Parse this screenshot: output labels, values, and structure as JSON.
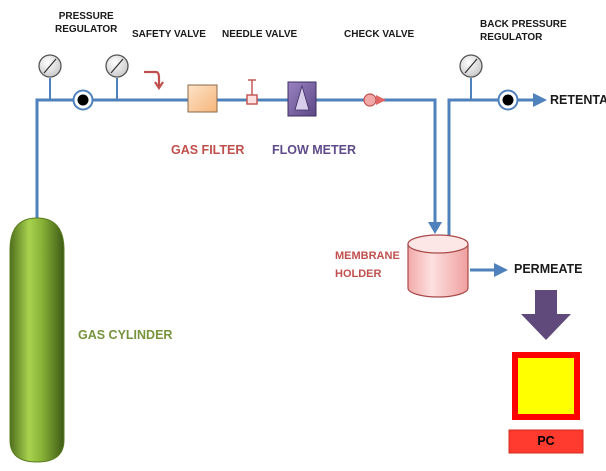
{
  "labels": {
    "pressure_regulator_line1": "PRESSURE",
    "pressure_regulator_line2": "REGULATOR",
    "safety_valve": "SAFETY VALVE",
    "needle_valve": "NEEDLE VALVE",
    "check_valve": "CHECK VALVE",
    "back_pressure_line1": "BACK PRESSURE",
    "back_pressure_line2": "REGULATOR",
    "retentate": "RETENTATE",
    "gas_filter": "GAS FILTER",
    "flow_meter": "FLOW METER",
    "membrane_line1": "MEMBRANE",
    "membrane_line2": "HOLDER",
    "permeate": "PERMEATE",
    "gas_cylinder": "GAS CYLINDER",
    "pc": "PC"
  },
  "colors": {
    "pipe": "#4f81bd",
    "gas_filter_text": "#c0504d",
    "flow_meter_text": "#5f4b8b",
    "membrane_text": "#c0504d",
    "gas_cylinder_text": "#77933c",
    "cylinder": "#8ab83a",
    "filter_box": "#fac090",
    "flow_meter_box": "#8064a2",
    "membrane_holder": "#f9c6c6",
    "permeate_arrow": "#604a7b",
    "pc_border": "#ff0000",
    "pc_screen": "#ffff00",
    "pc_base": "#ff3b2f"
  },
  "icons": [
    "gauge-icon",
    "valve-icon",
    "safety-valve-icon",
    "needle-valve-icon",
    "check-valve-icon",
    "arrow-icon"
  ]
}
